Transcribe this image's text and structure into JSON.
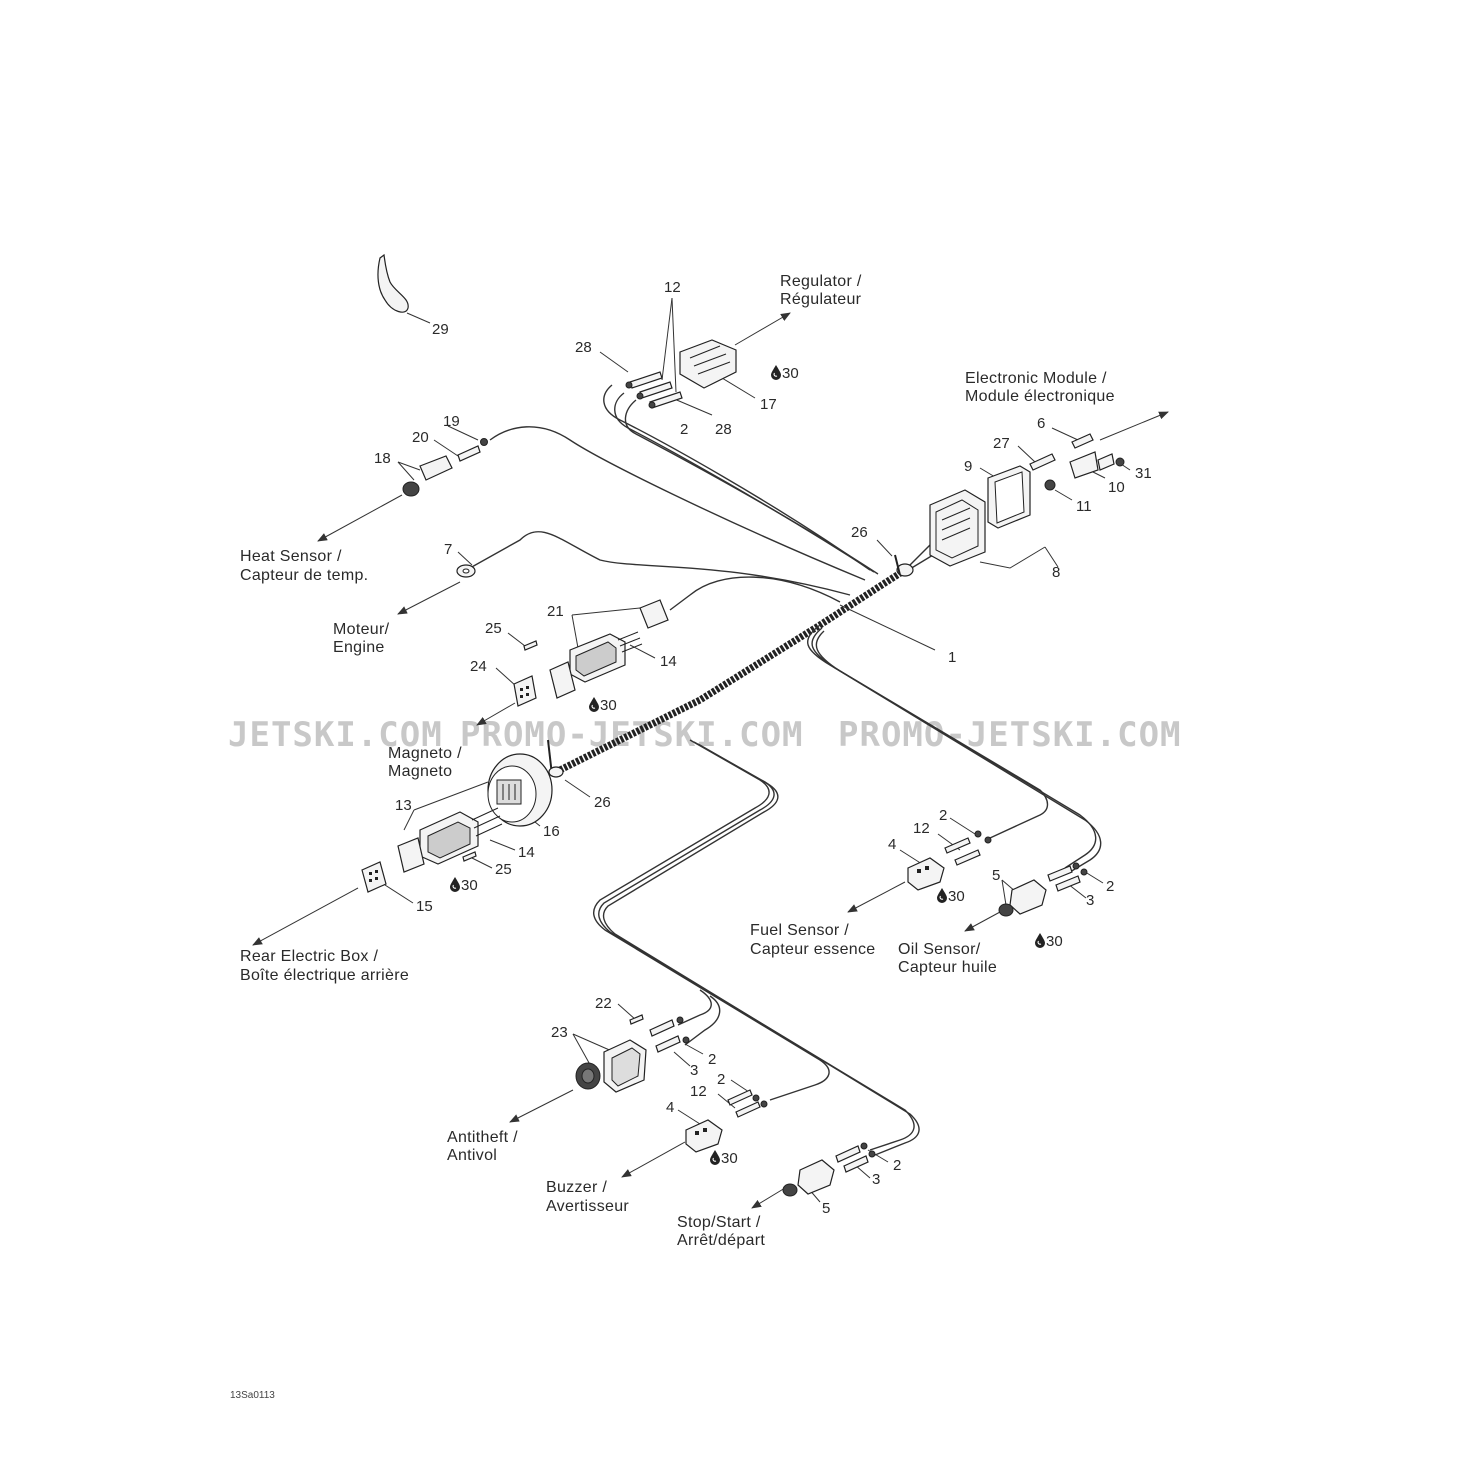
{
  "watermark": {
    "text_1": "JETSKI.COM",
    "text_2": "PROMO-JETSKI.COM",
    "text_3": "PROMO-JETSKI.COM"
  },
  "drawing_code": "13Sa0113",
  "destinations": {
    "regulator": [
      "Regulator /",
      "Régulateur"
    ],
    "electronic_module": [
      "Electronic Module /",
      "Module électronique"
    ],
    "heat_sensor": [
      "Heat Sensor /",
      "Capteur de temp."
    ],
    "engine": [
      "Moteur/",
      "Engine"
    ],
    "magneto": [
      "Magneto /",
      "Magneto"
    ],
    "rear_electric_box": [
      "Rear Electric Box /",
      "Boîte électrique arrière"
    ],
    "fuel_sensor": [
      "Fuel Sensor /",
      "Capteur essence"
    ],
    "oil_sensor": [
      "Oil Sensor/",
      "Capteur huile"
    ],
    "antitheft": [
      "Antitheft /",
      "Antivol"
    ],
    "buzzer": [
      "Buzzer /",
      "Avertisseur"
    ],
    "stop_start": [
      "Stop/Start /",
      "Arrêt/départ"
    ]
  },
  "callouts": {
    "c29": "29",
    "c12_top": "12",
    "c28_a": "28",
    "c28_b": "28",
    "c2_top": "2",
    "c17": "17",
    "c30_reg": "30",
    "c19": "19",
    "c20": "20",
    "c18": "18",
    "c6": "6",
    "c27": "27",
    "c9": "9",
    "c10": "10",
    "c31": "31",
    "c11": "11",
    "c26_top": "26",
    "c8": "8",
    "c7": "7",
    "c1": "1",
    "c21": "21",
    "c25_a": "25",
    "c14_a": "14",
    "c24": "24",
    "c30_a": "30",
    "c26_b": "26",
    "c13": "13",
    "c16": "16",
    "c14_b": "14",
    "c25_b": "25",
    "c30_b": "30",
    "c15": "15",
    "c2_fuel": "2",
    "c12_fuel": "12",
    "c4_fuel": "4",
    "c30_fuel": "30",
    "c5_oil": "5",
    "c2_oil": "2",
    "c3_oil": "3",
    "c30_oil": "30",
    "c22": "22",
    "c23": "23",
    "c2_anti": "2",
    "c3_anti": "3",
    "c2_buz": "2",
    "c12_buz": "12",
    "c4_buz": "4",
    "c30_buz": "30",
    "c2_stop": "2",
    "c3_stop": "3",
    "c5_stop": "5"
  }
}
